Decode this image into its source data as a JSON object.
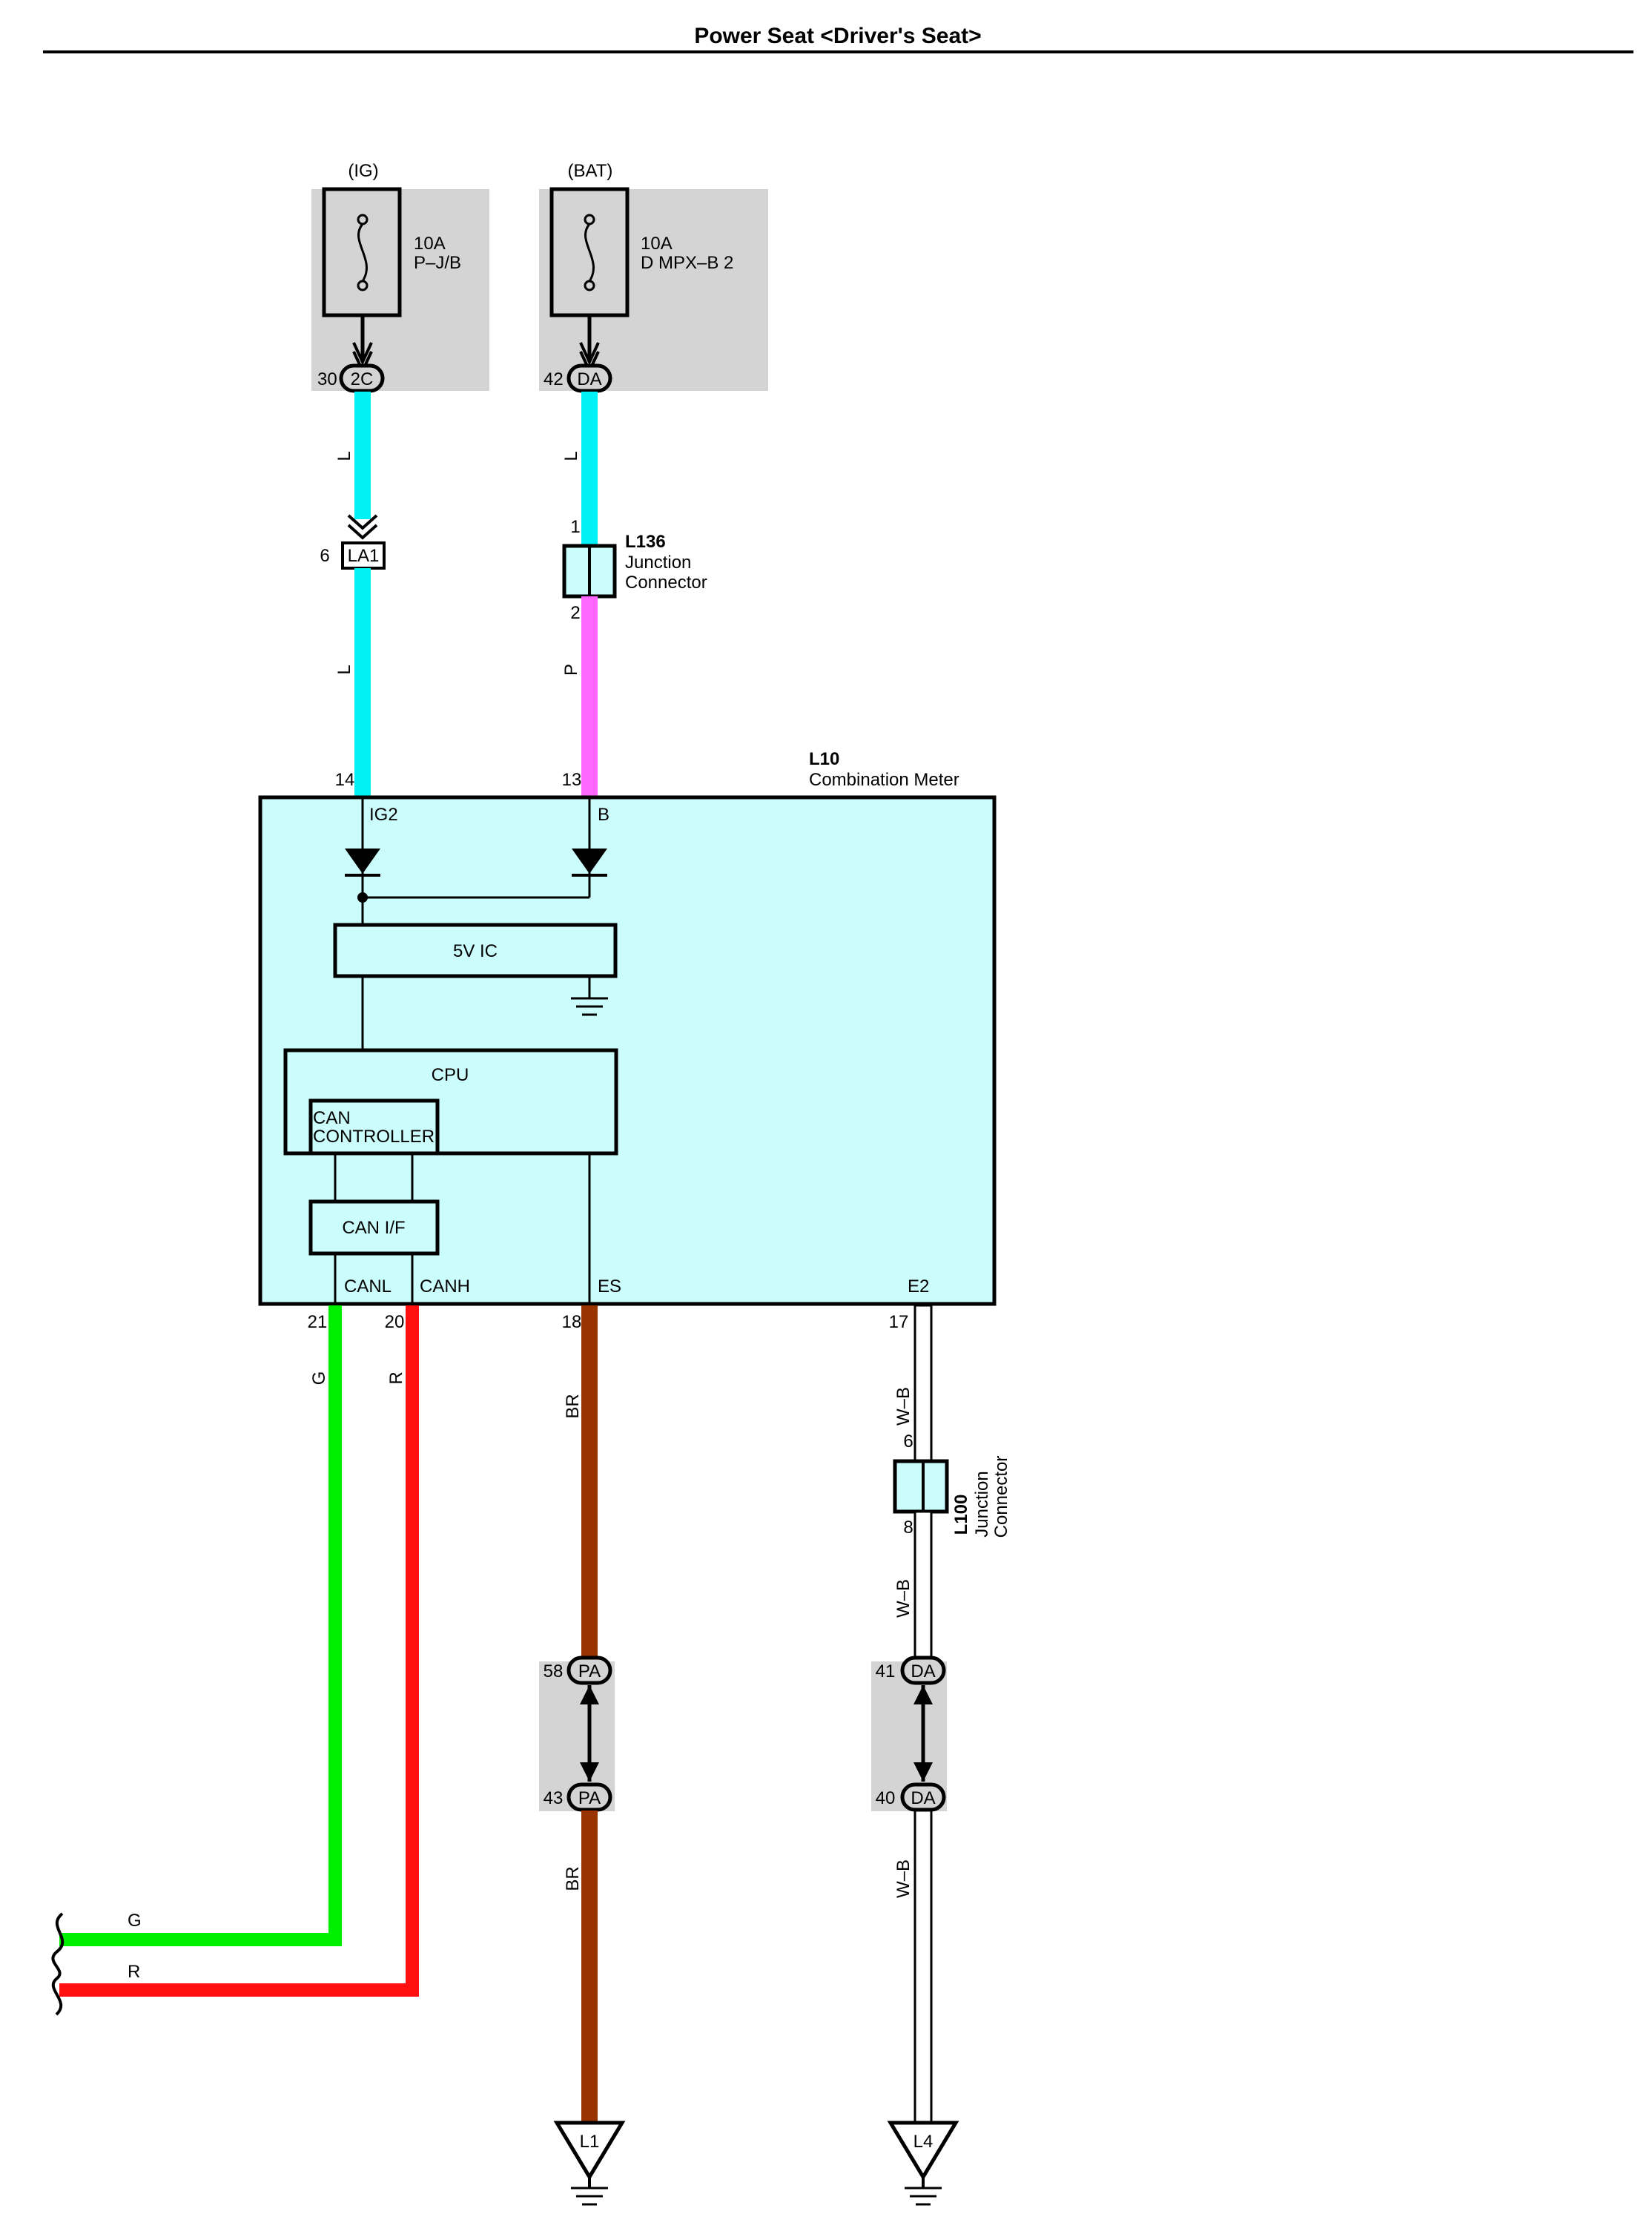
{
  "page": {
    "title": "Power Seat <Driver's Seat>"
  },
  "colors": {
    "wire_L": "#00f2f6",
    "wire_P": "#ff66ff",
    "wire_G": "#00ee00",
    "wire_R": "#ff1010",
    "wire_BR": "#993300",
    "wire_WB": "#ffffff",
    "fuse_area": "#d4d4d4",
    "module_fill": "#ccfdfd"
  },
  "fuses": {
    "ig": {
      "source": "(IG)",
      "rating": "10A",
      "name": "P–J/B",
      "pin": "30",
      "connector": "2C"
    },
    "bat": {
      "source": "(BAT)",
      "rating": "10A",
      "name": "D MPX–B 2",
      "pin": "42",
      "connector": "DA"
    }
  },
  "wires": {
    "ig_top": "L",
    "ig_bottom": "L",
    "bat_top": "L",
    "bat_bottom": "P",
    "canl": "G",
    "canh": "R",
    "es_top": "BR",
    "es_bottom": "BR",
    "e2_top": "W–B",
    "e2_mid": "W–B",
    "e2_bottom": "W–B",
    "exit_g": "G",
    "exit_r": "R"
  },
  "connectors": {
    "la1": {
      "pin": "6",
      "name": "LA1"
    },
    "l136": {
      "id": "L136",
      "desc1": "Junction",
      "desc2": "Connector",
      "pin_in": "1",
      "pin_out": "2"
    },
    "l100": {
      "id": "L100",
      "desc1": "Junction",
      "desc2": "Connector",
      "pin_in": "6",
      "pin_out": "8"
    },
    "pa": {
      "pin_top": "58",
      "pin_bottom": "43",
      "name": "PA"
    },
    "da": {
      "pin_top": "41",
      "pin_bottom": "40",
      "name": "DA"
    }
  },
  "module": {
    "id": "L10",
    "name": "Combination Meter",
    "pins": {
      "ig2": "14",
      "b": "13",
      "canl": "21",
      "canh": "20",
      "es": "18",
      "e2": "17"
    },
    "terminals": {
      "ig2": "IG2",
      "b": "B",
      "canl": "CANL",
      "canh": "CANH",
      "es": "ES",
      "e2": "E2"
    },
    "blocks": {
      "ic": "5V IC",
      "cpu": "CPU",
      "can_ctrl_1": "CAN",
      "can_ctrl_2": "CONTROLLER",
      "can_if": "CAN I/F"
    }
  },
  "grounds": {
    "left": "L1",
    "right": "L4"
  }
}
